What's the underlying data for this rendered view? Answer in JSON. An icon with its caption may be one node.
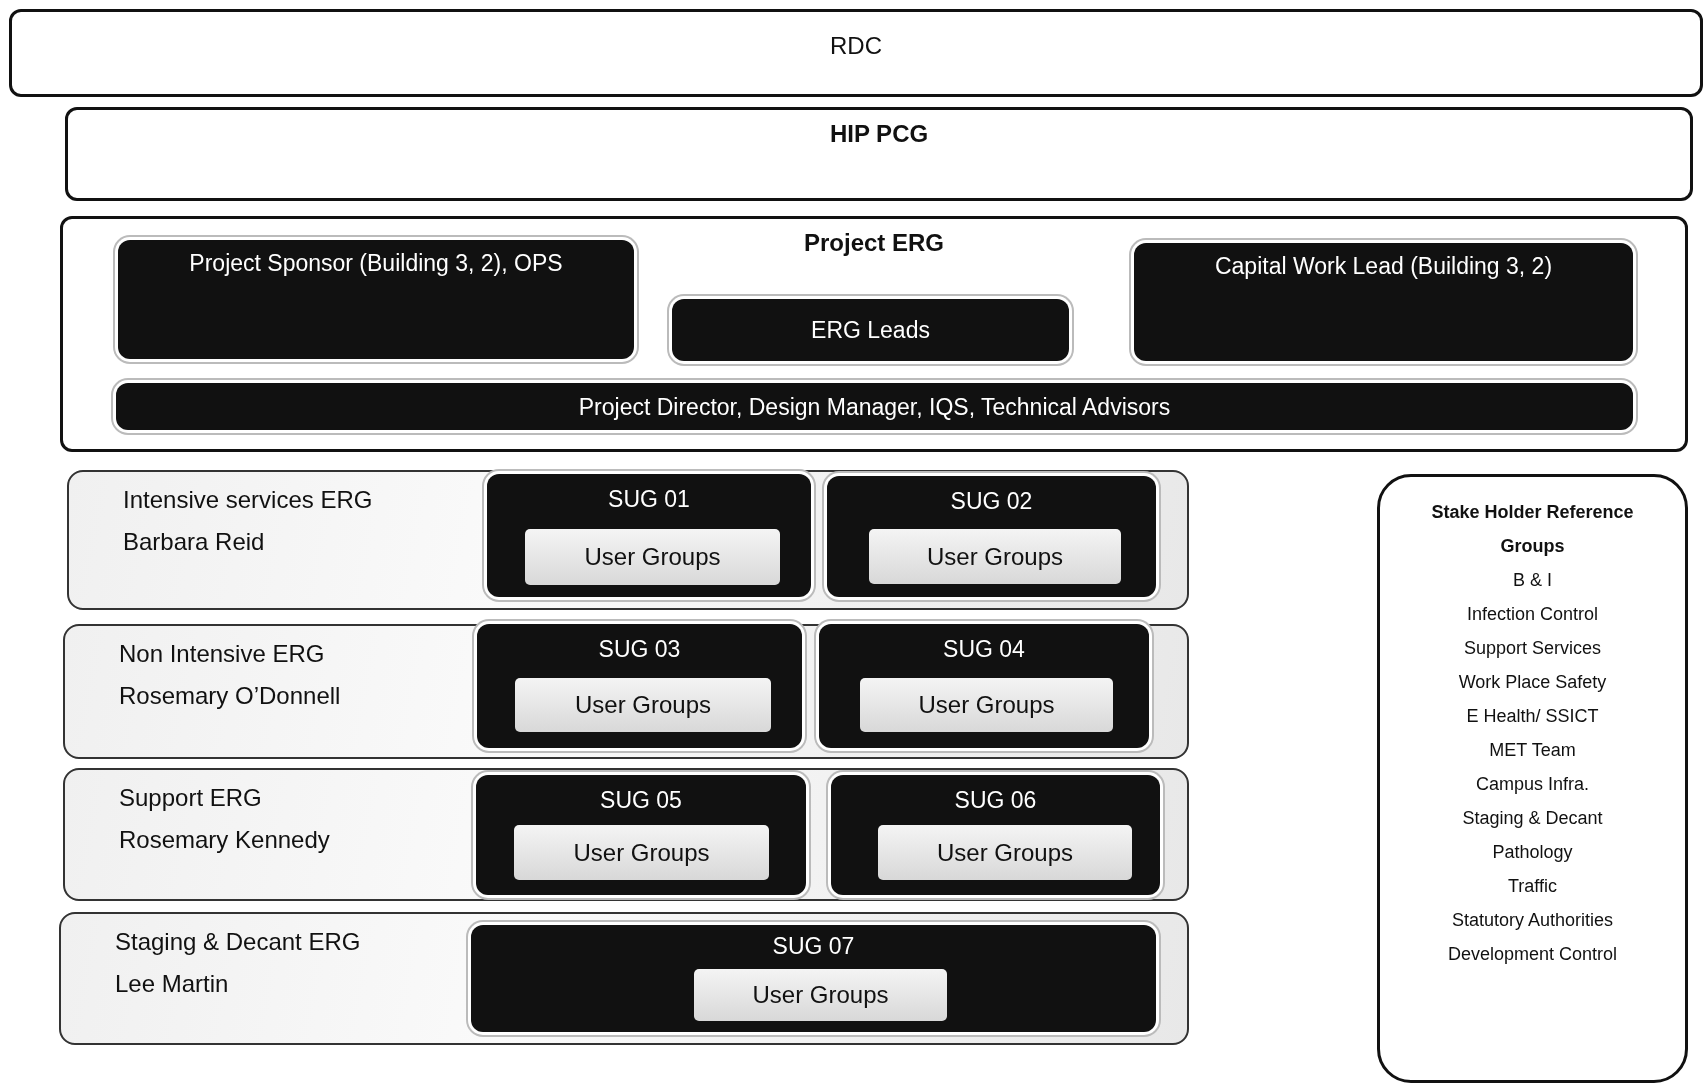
{
  "diagram": {
    "nodes": [
      {
        "text": [
          "RDC"
        ]
      },
      {
        "text": [
          "HIP PCG"
        ]
      },
      {
        "text": [
          "Project ERG"
        ]
      },
      {
        "text": [
          "Project Sponsor (Building 3, 2), OPS"
        ],
        "in": 2
      },
      {
        "text": [
          "ERG Leads"
        ],
        "in": 2
      },
      {
        "text": [
          "Capital Work Lead (Building 3, 2)"
        ],
        "in": 2
      },
      {
        "text": [
          "Project Director, Design Manager, IQS, Technical Advisors"
        ],
        "in": 2
      },
      {
        "text": [
          "Intensive services ERG",
          "Barbara Reid"
        ]
      },
      {
        "text": [
          "SUG 01"
        ],
        "in": 7
      },
      {
        "text": [
          "User Groups"
        ],
        "in": 8
      },
      {
        "text": [
          "SUG 02"
        ],
        "in": 7
      },
      {
        "text": [
          "User Groups"
        ],
        "in": 10
      },
      {
        "text": [
          "Non Intensive ERG",
          "Rosemary O’Donnell"
        ]
      },
      {
        "text": [
          "SUG 03"
        ],
        "in": 12
      },
      {
        "text": [
          "User Groups"
        ],
        "in": 13
      },
      {
        "text": [
          "SUG 04"
        ],
        "in": 12
      },
      {
        "text": [
          "User Groups"
        ],
        "in": 15
      },
      {
        "text": [
          "Support ERG",
          "Rosemary Kennedy"
        ]
      },
      {
        "text": [
          "SUG 05"
        ],
        "in": 17
      },
      {
        "text": [
          "User Groups"
        ],
        "in": 18
      },
      {
        "text": [
          "SUG 06"
        ],
        "in": 17
      },
      {
        "text": [
          "User Groups"
        ],
        "in": 20
      },
      {
        "text": [
          "Staging & Decant ERG",
          "Lee Martin"
        ]
      },
      {
        "text": [
          "SUG 07"
        ],
        "in": 22
      },
      {
        "text": [
          "User Groups"
        ],
        "in": 23
      },
      {
        "text": [
          "Stake Holder Reference Groups",
          "B & I",
          "Infection Control",
          "Support Services",
          "Work Place Safety",
          "E Health/ SSICT",
          "MET Team",
          "Campus Infra.",
          "Staging & Decant",
          "Pathology",
          "Traffic",
          "Statutory Authorities",
          "Development Control"
        ]
      }
    ]
  }
}
